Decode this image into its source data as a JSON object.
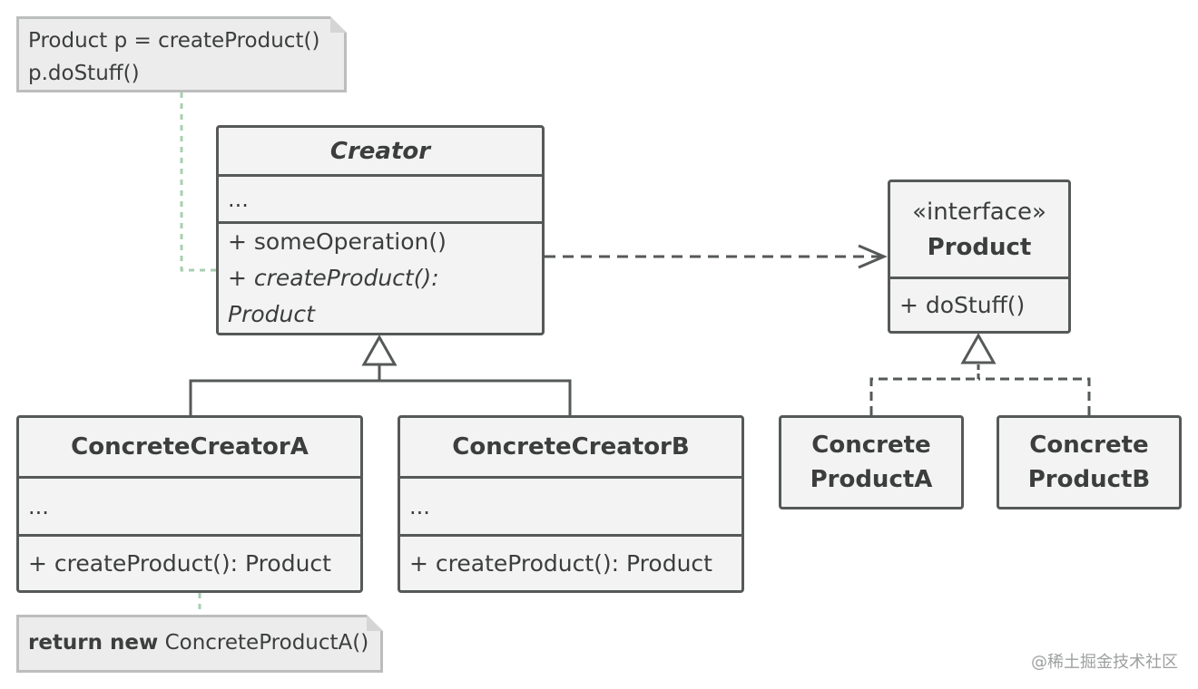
{
  "notes": {
    "client": {
      "line1": "Product p = createProduct()",
      "line2": "p.doStuff()"
    },
    "concrete_a": {
      "keyword": "return new",
      "text": "ConcreteProductA()"
    }
  },
  "creator": {
    "name": "Creator",
    "fields": "...",
    "method1": "+ someOperation()",
    "method2": "+ createProduct(): Product"
  },
  "concrete_creator_a": {
    "name": "ConcreteCreatorA",
    "fields": "...",
    "method": "+ createProduct(): Product"
  },
  "concrete_creator_b": {
    "name": "ConcreteCreatorB",
    "fields": "...",
    "method": "+ createProduct(): Product"
  },
  "product": {
    "stereotype": "«interface»",
    "name": "Product",
    "method": "+ doStuff()"
  },
  "concrete_product_a": {
    "line1": "Concrete",
    "line2": "ProductA"
  },
  "concrete_product_b": {
    "line1": "Concrete",
    "line2": "ProductB"
  },
  "watermark": "@稀土掘金技术社区",
  "colors": {
    "box_fill": "#f3f3f3",
    "box_border": "#555957",
    "note_border": "#bcbebd",
    "note_link": "#a9cfb0",
    "text": "#3b3e3c"
  }
}
